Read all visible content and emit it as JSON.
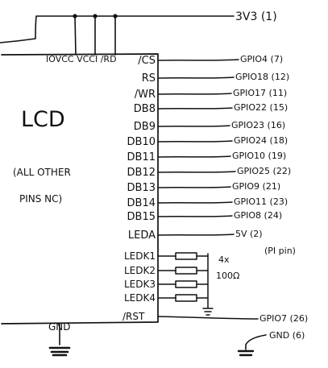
{
  "chip": {
    "label": "LCD",
    "note_line1": "(ALL OTHER",
    "note_line2": "PINS NC)"
  },
  "top_pins": {
    "label": "IOVCC VCCI /RD"
  },
  "supply": {
    "label": "3V3 (1)"
  },
  "pins": [
    {
      "pin": "/CS",
      "signal": "GPIO4 (7)"
    },
    {
      "pin": "RS",
      "signal": "GPIO18 (12)"
    },
    {
      "pin": "/WR",
      "signal": "GPIO17 (11)"
    },
    {
      "pin": "DB8",
      "signal": "GPIO22 (15)"
    },
    {
      "pin": "DB9",
      "signal": "GPIO23 (16)"
    },
    {
      "pin": "DB10",
      "signal": "GPIO24 (18)"
    },
    {
      "pin": "DB11",
      "signal": "GPIO10 (19)"
    },
    {
      "pin": "DB12",
      "signal": "GPIO25 (22)"
    },
    {
      "pin": "DB13",
      "signal": "GPIO9 (21)"
    },
    {
      "pin": "DB14",
      "signal": "GPIO11 (23)"
    },
    {
      "pin": "DB15",
      "signal": "GPIO8 (24)"
    },
    {
      "pin": "LEDA",
      "signal": "5V (2)"
    }
  ],
  "led_pins": [
    "LEDK1",
    "LEDK2",
    "LEDK3",
    "LEDK4"
  ],
  "resistors": {
    "label_line1": "4x",
    "label_line2": "100Ω"
  },
  "pi_pin_label": "(PI pin)",
  "reset": {
    "pin": "/RST",
    "signal": "GPIO7 (26)"
  },
  "gnd_chip": "GND",
  "gnd_pi": "GND (6)"
}
